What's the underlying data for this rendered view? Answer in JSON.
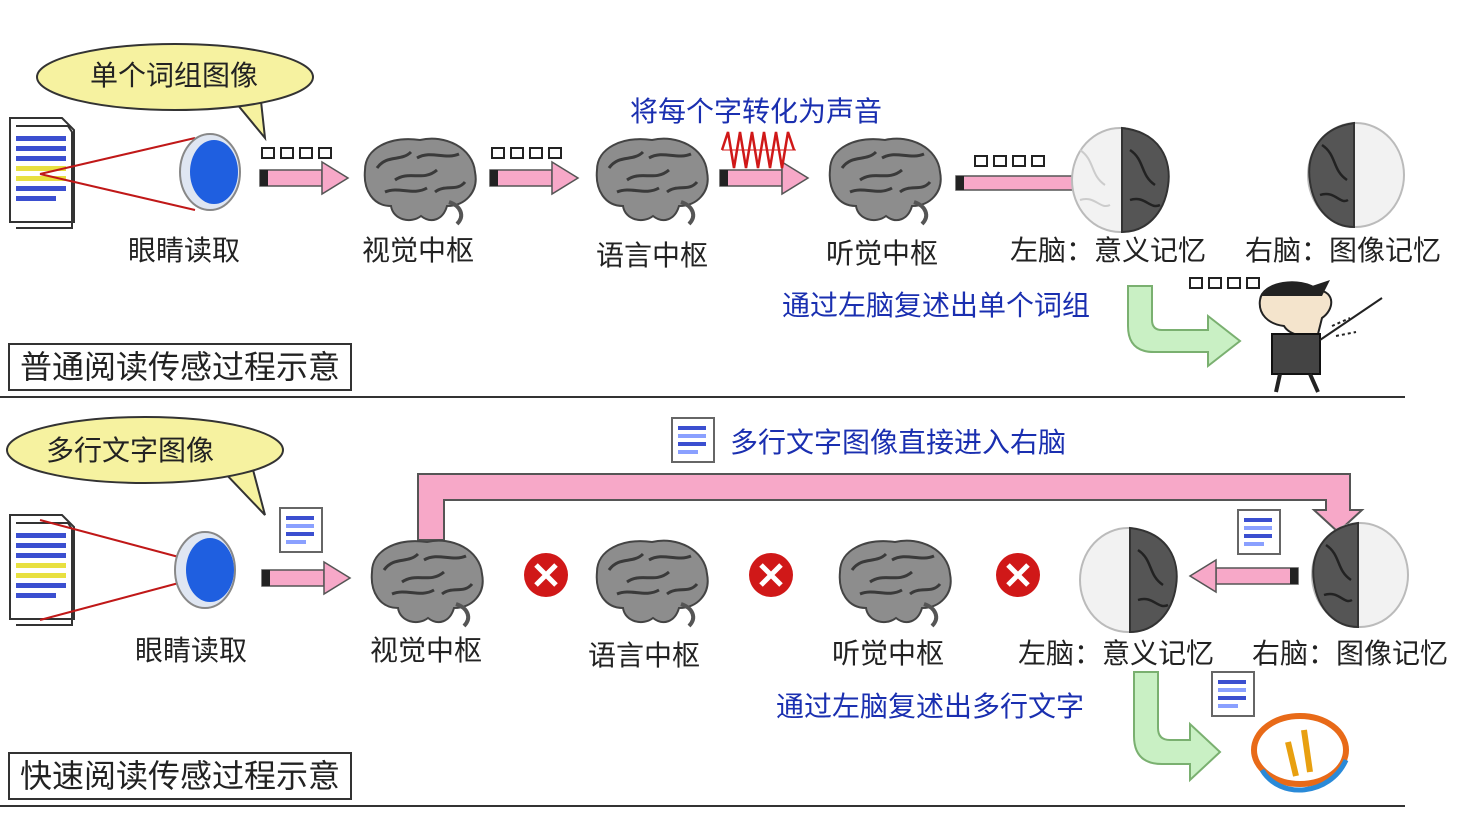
{
  "top": {
    "bubble": "单个词组图像",
    "steps": [
      "眼睛读取",
      "视觉中枢",
      "语言中枢",
      "听觉中枢"
    ],
    "to_sound": "将每个字转化为声音",
    "left_brain": "左脑：意义记忆",
    "right_brain": "右脑：图像记忆",
    "recite": "通过左脑复述出单个词组",
    "caption": "普通阅读传感过程示意"
  },
  "bottom": {
    "bubble": "多行文字图像",
    "steps": [
      "眼睛读取",
      "视觉中枢",
      "语言中枢",
      "听觉中枢"
    ],
    "direct": "多行文字图像直接进入右脑",
    "left_brain": "左脑：意义记忆",
    "right_brain": "右脑：图像记忆",
    "recite": "通过左脑复述出多行文字",
    "caption": "快速阅读传感过程示意"
  },
  "colors": {
    "arrow_pink": "#f7a8c8",
    "arrow_green": "#c9f0c4",
    "eye_blue": "#1f5fe0",
    "blue_text": "#1a2fb0",
    "bubble_fill": "#f6f2a0",
    "blocked_red": "#d01818"
  },
  "icons": [
    "document-icon",
    "eye-icon",
    "brain-icon",
    "sound-wave-icon",
    "blocked-icon",
    "speaker-person-icon",
    "logo-icon"
  ]
}
